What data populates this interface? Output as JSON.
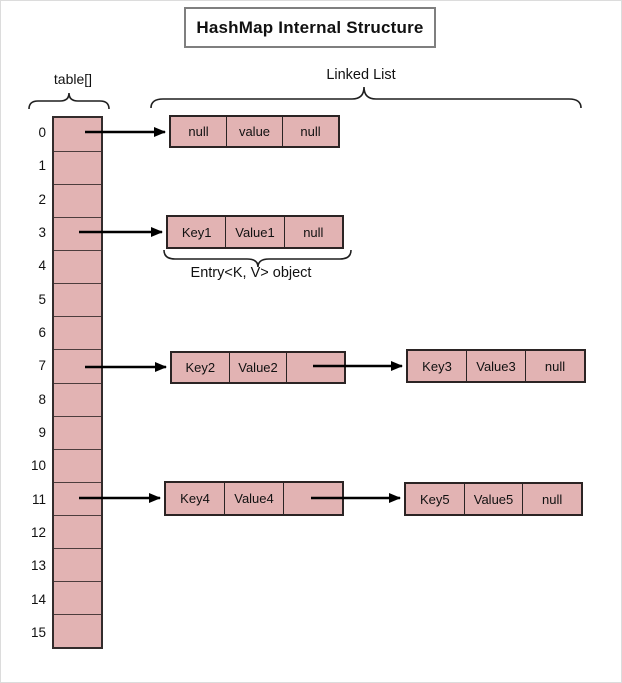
{
  "title": "HashMap Internal Structure",
  "labels": {
    "table_array": "table[]",
    "linked_list": "Linked List",
    "entry_object": "Entry<K, V> object"
  },
  "bucket_array": {
    "indices": [
      "0",
      "1",
      "2",
      "3",
      "4",
      "5",
      "6",
      "7",
      "8",
      "9",
      "10",
      "11",
      "12",
      "13",
      "14",
      "15"
    ]
  },
  "nodes": [
    {
      "id": "node-bucket0",
      "cells": [
        "null",
        "value",
        "null"
      ]
    },
    {
      "id": "node-bucket3",
      "cells": [
        "Key1",
        "Value1",
        "null"
      ]
    },
    {
      "id": "node-bucket7-first",
      "cells": [
        "Key2",
        "Value2",
        ""
      ]
    },
    {
      "id": "node-bucket7-second",
      "cells": [
        "Key3",
        "Value3",
        "null"
      ]
    },
    {
      "id": "node-bucket11-first",
      "cells": [
        "Key4",
        "Value4",
        ""
      ]
    },
    {
      "id": "node-bucket11-second",
      "cells": [
        "Key5",
        "Value5",
        "null"
      ]
    }
  ],
  "colors": {
    "cell_fill": "#e2b3b3",
    "array_border": "#332c2c",
    "node_border": "#2b2424",
    "title_border": "#7f7f7f",
    "connector": "#000000"
  }
}
